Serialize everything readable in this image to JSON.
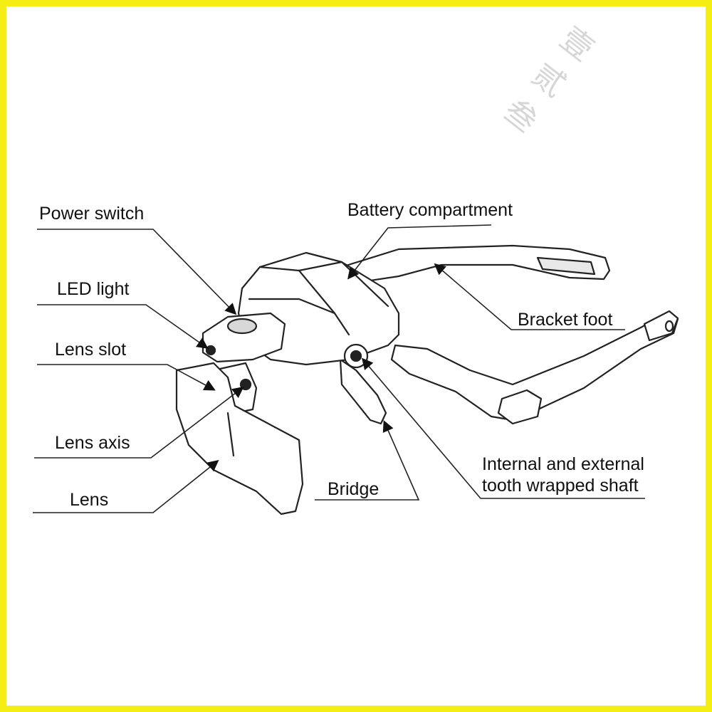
{
  "border_color": "#f5ee14",
  "labels": {
    "power_switch": "Power switch",
    "led_light": "LED light",
    "lens_slot": "Lens slot",
    "lens_axis": "Lens axis",
    "lens": "Lens",
    "battery_compartment": "Battery compartment",
    "bracket_foot": "Bracket foot",
    "bridge": "Bridge",
    "shaft_line1": "Internal and external",
    "shaft_line2": "tooth wrapped shaft"
  },
  "watermark": "壹贰叁"
}
